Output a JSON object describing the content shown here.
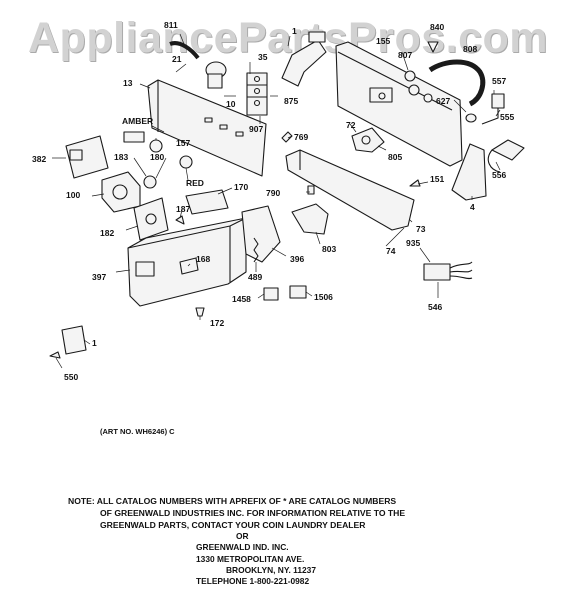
{
  "watermark": "AppliancePartsPros.com",
  "parts": [
    {
      "id": "p811",
      "label": "811"
    },
    {
      "id": "p21",
      "label": "21"
    },
    {
      "id": "p13",
      "label": "13"
    },
    {
      "id": "p35",
      "label": "35"
    },
    {
      "id": "p10",
      "label": "10"
    },
    {
      "id": "p907",
      "label": "907"
    },
    {
      "id": "p875",
      "label": "875"
    },
    {
      "id": "p1",
      "label": "1"
    },
    {
      "id": "p155",
      "label": "155"
    },
    {
      "id": "p840",
      "label": "840"
    },
    {
      "id": "p807",
      "label": "807"
    },
    {
      "id": "p808",
      "label": "808"
    },
    {
      "id": "p627",
      "label": "627"
    },
    {
      "id": "p557",
      "label": "557"
    },
    {
      "id": "p555",
      "label": "555"
    },
    {
      "id": "p556",
      "label": "556"
    },
    {
      "id": "p72",
      "label": "72"
    },
    {
      "id": "p805",
      "label": "805"
    },
    {
      "id": "p769",
      "label": "769"
    },
    {
      "id": "pAmber",
      "label": "AMBER"
    },
    {
      "id": "p157",
      "label": "157"
    },
    {
      "id": "p382",
      "label": "382"
    },
    {
      "id": "p183",
      "label": "183"
    },
    {
      "id": "p180",
      "label": "180"
    },
    {
      "id": "pRed",
      "label": "RED"
    },
    {
      "id": "p100",
      "label": "100"
    },
    {
      "id": "p170",
      "label": "170"
    },
    {
      "id": "p151",
      "label": "151"
    },
    {
      "id": "p4",
      "label": "4"
    },
    {
      "id": "p790",
      "label": "790"
    },
    {
      "id": "p73",
      "label": "73"
    },
    {
      "id": "p187",
      "label": "187"
    },
    {
      "id": "p182",
      "label": "182"
    },
    {
      "id": "p74",
      "label": "74"
    },
    {
      "id": "p803",
      "label": "803"
    },
    {
      "id": "p935",
      "label": "935"
    },
    {
      "id": "p168",
      "label": "168"
    },
    {
      "id": "p396",
      "label": "396"
    },
    {
      "id": "p489",
      "label": "489"
    },
    {
      "id": "p397",
      "label": "397"
    },
    {
      "id": "p546",
      "label": "546"
    },
    {
      "id": "p1458",
      "label": "1458"
    },
    {
      "id": "p1506",
      "label": "1506"
    },
    {
      "id": "p172",
      "label": "172"
    },
    {
      "id": "p1b",
      "label": "1"
    },
    {
      "id": "p550",
      "label": "550"
    }
  ],
  "art_number": "(ART NO. WH6246) C",
  "note": {
    "lines": [
      "NOTE: ALL CATALOG NUMBERS WITH APREFIX OF * ARE CATALOG NUMBERS",
      "OF GREENWALD INDUSTRIES INC. FOR INFORMATION RELATIVE TO THE",
      "GREENWALD PARTS, CONTACT YOUR COIN LAUNDRY DEALER",
      "OR",
      "GREENWALD IND. INC.",
      "1330 METROPOLITAN AVE.",
      "BROOKLYN, NY. 11237",
      "TELEPHONE 1-800-221-0982"
    ]
  }
}
